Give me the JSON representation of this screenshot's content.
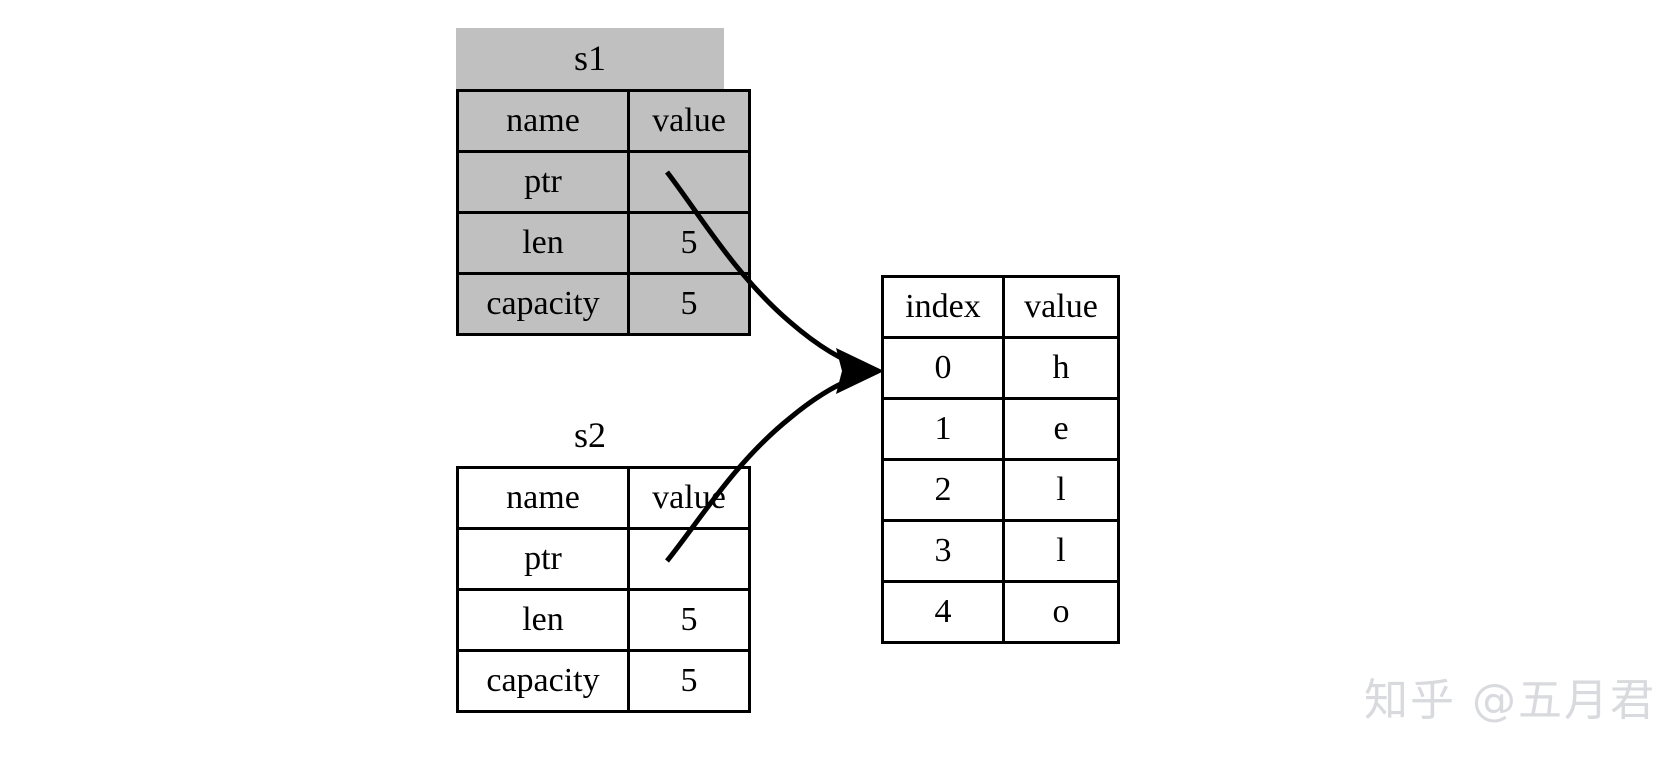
{
  "diagram": {
    "title_s1": "s1",
    "title_s2": "s2",
    "shade_color": "#c0c0c0",
    "line_color": "#000000",
    "background": "#ffffff"
  },
  "s1_table": {
    "caption": "s1",
    "headers": [
      "name",
      "value"
    ],
    "rows": [
      {
        "name": "ptr",
        "value": ""
      },
      {
        "name": "len",
        "value": "5"
      },
      {
        "name": "capacity",
        "value": "5"
      }
    ]
  },
  "s2_table": {
    "caption": "s2",
    "headers": [
      "name",
      "value"
    ],
    "rows": [
      {
        "name": "ptr",
        "value": ""
      },
      {
        "name": "len",
        "value": "5"
      },
      {
        "name": "capacity",
        "value": "5"
      }
    ]
  },
  "heap_table": {
    "headers": [
      "index",
      "value"
    ],
    "rows": [
      {
        "index": "0",
        "value": "h"
      },
      {
        "index": "1",
        "value": "e"
      },
      {
        "index": "2",
        "value": "l"
      },
      {
        "index": "3",
        "value": "l"
      },
      {
        "index": "4",
        "value": "o"
      }
    ]
  },
  "watermark": {
    "text": "知乎 @五月君"
  }
}
